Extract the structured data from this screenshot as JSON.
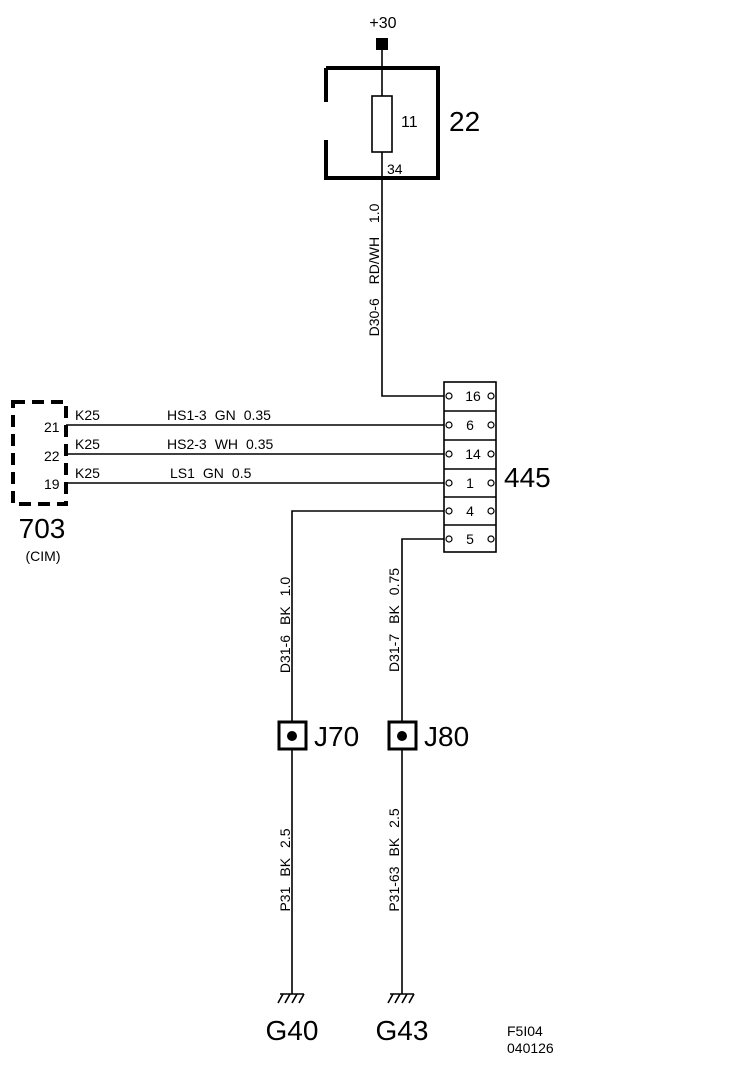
{
  "power": {
    "label": "+30"
  },
  "fuse_box": {
    "id": "22",
    "fuse": "11",
    "pin_out": "34"
  },
  "wire_main": {
    "circuit": "D30-6",
    "color": "RD/WH",
    "size": "1.0"
  },
  "connector": {
    "id": "445",
    "pins": [
      {
        "number": "16"
      },
      {
        "number": "6"
      },
      {
        "number": "14"
      },
      {
        "number": "1"
      },
      {
        "number": "4"
      },
      {
        "number": "5"
      }
    ]
  },
  "module": {
    "id": "703",
    "name": "(CIM)",
    "pins": [
      "21",
      "22",
      "19"
    ],
    "connector": "K25"
  },
  "signals": [
    {
      "name": "HS1-3",
      "color": "GN",
      "size": "0.35"
    },
    {
      "name": "HS2-3",
      "color": "WH",
      "size": "0.35"
    },
    {
      "name": "LS1",
      "color": "GN",
      "size": "0.5"
    }
  ],
  "ground_wires_top": [
    {
      "circuit": "D31-6",
      "color": "BK",
      "size": "1.0"
    },
    {
      "circuit": "D31-7",
      "color": "BK",
      "size": "0.75"
    }
  ],
  "splices": [
    {
      "id": "J70"
    },
    {
      "id": "J80"
    }
  ],
  "ground_wires_bottom": [
    {
      "circuit": "P31",
      "color": "BK",
      "size": "2.5"
    },
    {
      "circuit": "P31-63",
      "color": "BK",
      "size": "2.5"
    }
  ],
  "grounds": [
    {
      "id": "G40"
    },
    {
      "id": "G43"
    }
  ],
  "footer": {
    "code": "F5I04",
    "date": "040126"
  }
}
